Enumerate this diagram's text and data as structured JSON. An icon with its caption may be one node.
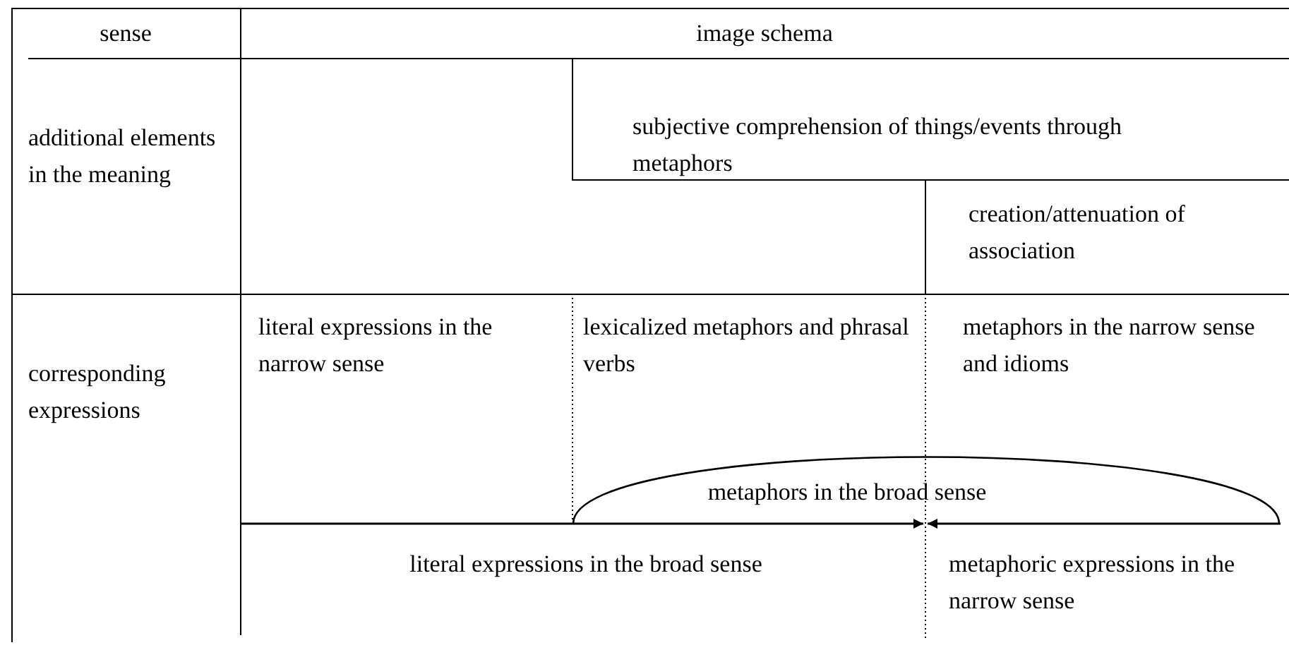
{
  "diagram": {
    "nodes": [
      {
        "text": [
          "sense"
        ]
      },
      {
        "text": [
          "image schema"
        ]
      },
      {
        "text": [
          "additional elements in the meaning"
        ]
      },
      {
        "text": [
          "subjective comprehension of things/events through metaphors"
        ]
      },
      {
        "text": [
          "creation/attenuation of association"
        ]
      },
      {
        "text": [
          "corresponding expressions"
        ]
      }
    ],
    "labels": [
      "literal expressions in the narrow sense",
      "lexicalized metaphors and phrasal verbs",
      "metaphors in the narrow sense and idioms",
      "metaphors in the broad sense",
      "literal expressions in the broad sense",
      "metaphoric expressions in the narrow sense"
    ]
  }
}
